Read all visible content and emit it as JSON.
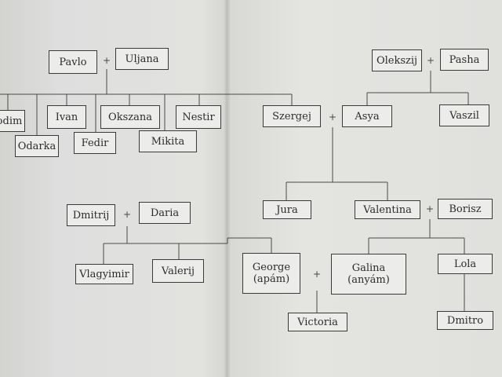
{
  "people": {
    "pavlo": "Pavlo",
    "uljana": "Uljana",
    "odim": "odim",
    "ivan": "Ivan",
    "okszana": "Okszana",
    "nestir": "Nestir",
    "odarka": "Odarka",
    "fedir": "Fedir",
    "mikita": "Mikita",
    "oleksziy": "Olekszij",
    "pasha": "Pasha",
    "szergej": "Szergej",
    "asya": "Asya",
    "vaszil": "Vaszil",
    "dmitrij": "Dmitrij",
    "daria": "Daria",
    "jura": "Jura",
    "valentina": "Valentina",
    "borisz": "Borisz",
    "vlagyimir": "Vlagyimir",
    "valerij": "Valerij",
    "george": "George\n(apám)",
    "galina": "Galina\n(anyám)",
    "lola": "Lola",
    "victoria": "Victoria",
    "dmitro": "Dmitro"
  },
  "marriage_symbol": "+"
}
